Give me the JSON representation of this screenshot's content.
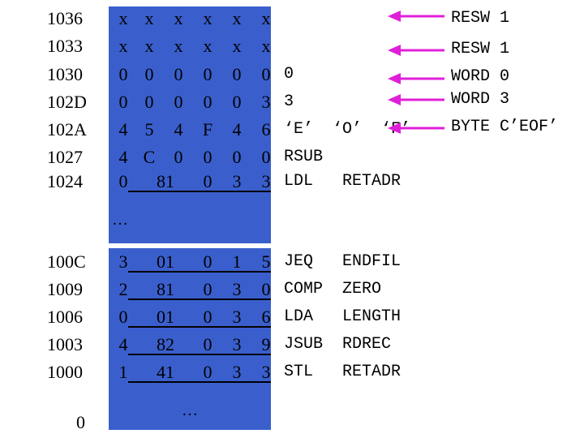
{
  "top_section": {
    "rows": [
      {
        "address": "1036",
        "bytes": [
          "x",
          "x",
          "x",
          "x",
          "x",
          "x"
        ],
        "op": "",
        "operand": ""
      },
      {
        "address": "1033",
        "bytes": [
          "x",
          "x",
          "x",
          "x",
          "x",
          "x"
        ],
        "op": "",
        "operand": ""
      },
      {
        "address": "1030",
        "bytes": [
          "0",
          "0",
          "0",
          "0",
          "0",
          "0"
        ],
        "op": "0",
        "operand": ""
      },
      {
        "address": "102D",
        "bytes": [
          "0",
          "0",
          "0",
          "0",
          "0",
          "3"
        ],
        "op": "3",
        "operand": ""
      },
      {
        "address": "102A",
        "bytes": [
          "4",
          "5",
          "4",
          "F",
          "4",
          "6"
        ],
        "op": "‘E’  ‘O’  ‘F’",
        "operand": ""
      },
      {
        "address": "1027",
        "bytes": [
          "4",
          "C",
          "0",
          "0",
          "0",
          "0"
        ],
        "op": "RSUB",
        "operand": ""
      },
      {
        "address": "1024",
        "bytes": [
          "0",
          "81",
          "",
          "0",
          "3",
          "3"
        ],
        "op": "LDL",
        "operand": "RETADR"
      }
    ],
    "ellipsis": "…"
  },
  "bottom_section": {
    "rows": [
      {
        "address": "100C",
        "bytes": [
          "3",
          "01",
          "",
          "0",
          "1",
          "5"
        ],
        "op": "JEQ",
        "operand": "ENDFIL"
      },
      {
        "address": "1009",
        "bytes": [
          "2",
          "81",
          "",
          "0",
          "3",
          "0"
        ],
        "op": "COMP",
        "operand": "ZERO"
      },
      {
        "address": "1006",
        "bytes": [
          "0",
          "01",
          "",
          "0",
          "3",
          "6"
        ],
        "op": "LDA",
        "operand": "LENGTH"
      },
      {
        "address": "1003",
        "bytes": [
          "4",
          "82",
          "",
          "0",
          "3",
          "9"
        ],
        "op": "JSUB",
        "operand": "RDREC"
      },
      {
        "address": "1000",
        "bytes": [
          "1",
          "41",
          "",
          "0",
          "3",
          "3"
        ],
        "op": "STL",
        "operand": "RETADR"
      }
    ],
    "ellipsis": "…",
    "bottom_address": "0"
  },
  "declarations": [
    {
      "text": "RESW 1",
      "arrow": true
    },
    {
      "text": "RESW 1",
      "arrow": true
    },
    {
      "text": "WORD 0",
      "arrow": true
    },
    {
      "text": "WORD 3",
      "arrow": true
    },
    {
      "text": "BYTE C’EOF’",
      "arrow": true
    }
  ],
  "colors": {
    "memory_fill": "#3a5fcd",
    "arrow": "#e020d8",
    "text": "#000000"
  }
}
